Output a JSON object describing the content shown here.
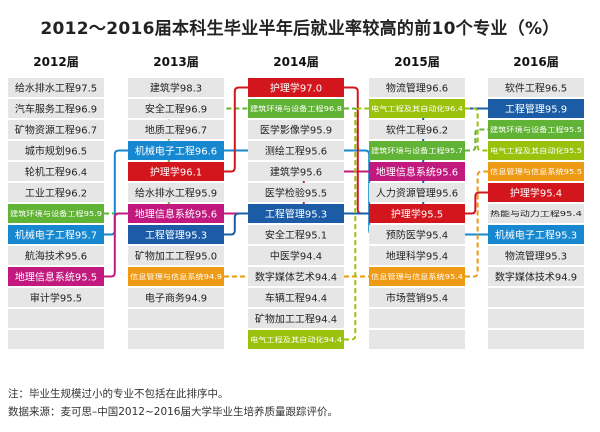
{
  "title": "2012～2016届本科生毕业半年后就业率较高的前10个专业（%）",
  "notes": {
    "note1": "注：毕业生规模过小的专业不包括在此排序中。",
    "note2": "数据来源：麦可思–中国2012~2016届大学毕业生培养质量跟踪评价。"
  },
  "colors": {
    "empty_box": "#e6e6e6",
    "护理学": "#d3151d",
    "地理信息系统": "#c2197f",
    "机械电子工程": "#1787cf",
    "工程管理": "#1c5ca6",
    "建筑环境与设备工程": "#61b335",
    "电气工程及其自动化": "#9ac10b",
    "信息管理与信息系统": "#ef9a14"
  },
  "chart_data": {
    "type": "table",
    "title": "2012～2016届本科生毕业半年后就业率较高的前10个专业（%）",
    "columns": [
      {
        "header": "2012届",
        "items": [
          {
            "major": "给水排水工程",
            "value": "97.5"
          },
          {
            "major": "汽车服务工程",
            "value": "96.9"
          },
          {
            "major": "矿物资源工程",
            "value": "96.7"
          },
          {
            "major": "城市规划",
            "value": "96.5"
          },
          {
            "major": "轮机工程",
            "value": "96.4"
          },
          {
            "major": "工业工程",
            "value": "96.2"
          },
          {
            "major": "建筑环境与设备工程",
            "value": "95.9"
          },
          {
            "major": "机械电子工程",
            "value": "95.7"
          },
          {
            "major": "航海技术",
            "value": "95.6"
          },
          {
            "major": "地理信息系统",
            "value": "95.5"
          },
          {
            "major": "审计学",
            "value": "95.5"
          }
        ]
      },
      {
        "header": "2013届",
        "items": [
          {
            "major": "建筑学",
            "value": "98.3"
          },
          {
            "major": "安全工程",
            "value": "96.9"
          },
          {
            "major": "地质工程",
            "value": "96.7"
          },
          {
            "major": "机械电子工程",
            "value": "96.6"
          },
          {
            "major": "护理学",
            "value": "96.1"
          },
          {
            "major": "给水排水工程",
            "value": "95.9"
          },
          {
            "major": "地理信息系统",
            "value": "95.6"
          },
          {
            "major": "工程管理",
            "value": "95.3"
          },
          {
            "major": "矿物加工工程",
            "value": "95.0"
          },
          {
            "major": "信息管理与信息系统",
            "value": "94.9"
          },
          {
            "major": "电子商务",
            "value": "94.9"
          }
        ]
      },
      {
        "header": "2014届",
        "items": [
          {
            "major": "护理学",
            "value": "97.0"
          },
          {
            "major": "建筑环境与设备工程",
            "value": "96.8"
          },
          {
            "major": "医学影像学",
            "value": "95.9"
          },
          {
            "major": "测绘工程",
            "value": "95.6"
          },
          {
            "major": "建筑学",
            "value": "95.6"
          },
          {
            "major": "医学检验",
            "value": "95.5"
          },
          {
            "major": "工程管理",
            "value": "95.3"
          },
          {
            "major": "安全工程",
            "value": "95.1"
          },
          {
            "major": "中医学",
            "value": "94.4"
          },
          {
            "major": "数字媒体艺术",
            "value": "94.4"
          },
          {
            "major": "车辆工程",
            "value": "94.4"
          },
          {
            "major": "矿物加工工程",
            "value": "94.4"
          },
          {
            "major": "电气工程及其自动化",
            "value": "94.4"
          }
        ]
      },
      {
        "header": "2015届",
        "items": [
          {
            "major": "物流管理",
            "value": "96.6"
          },
          {
            "major": "电气工程及其自动化",
            "value": "96.4"
          },
          {
            "major": "软件工程",
            "value": "96.2"
          },
          {
            "major": "建筑环境与设备工程",
            "value": "95.7"
          },
          {
            "major": "地理信息系统",
            "value": "95.6"
          },
          {
            "major": "人力资源管理",
            "value": "95.6"
          },
          {
            "major": "护理学",
            "value": "95.5"
          },
          {
            "major": "预防医学",
            "value": "95.4"
          },
          {
            "major": "地理科学",
            "value": "95.4"
          },
          {
            "major": "信息管理与信息系统",
            "value": "95.4"
          },
          {
            "major": "市场营销",
            "value": "95.4"
          }
        ]
      },
      {
        "header": "2016届",
        "items": [
          {
            "major": "软件工程",
            "value": "96.5"
          },
          {
            "major": "工程管理",
            "value": "95.9"
          },
          {
            "major": "建筑环境与设备工程",
            "value": "95.5"
          },
          {
            "major": "电气工程及其自动化",
            "value": "95.5"
          },
          {
            "major": "信息管理与信息系统",
            "value": "95.5"
          },
          {
            "major": "护理学",
            "value": "95.4"
          },
          {
            "major": "热能与动力工程",
            "value": "95.4"
          },
          {
            "major": "机械电子工程",
            "value": "95.3"
          },
          {
            "major": "物流管理",
            "value": "95.3"
          },
          {
            "major": "数字媒体技术",
            "value": "94.9"
          }
        ]
      }
    ]
  }
}
